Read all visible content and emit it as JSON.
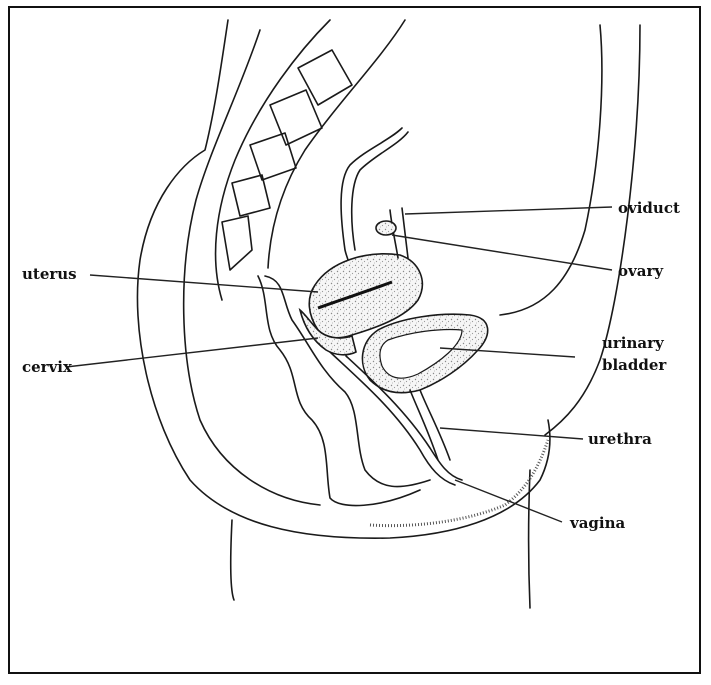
{
  "labels": {
    "oviduct": "oviduct",
    "ovary": "ovary",
    "uterus": "uterus",
    "cervix": "cervix",
    "urinary_bladder_line1": "urinary",
    "urinary_bladder_line2": "bladder",
    "urethra": "urethra",
    "vagina": "vagina"
  },
  "colors": {
    "ink": "#1a1a1a",
    "stipple": "#9a9a9a",
    "background": "#ffffff"
  }
}
